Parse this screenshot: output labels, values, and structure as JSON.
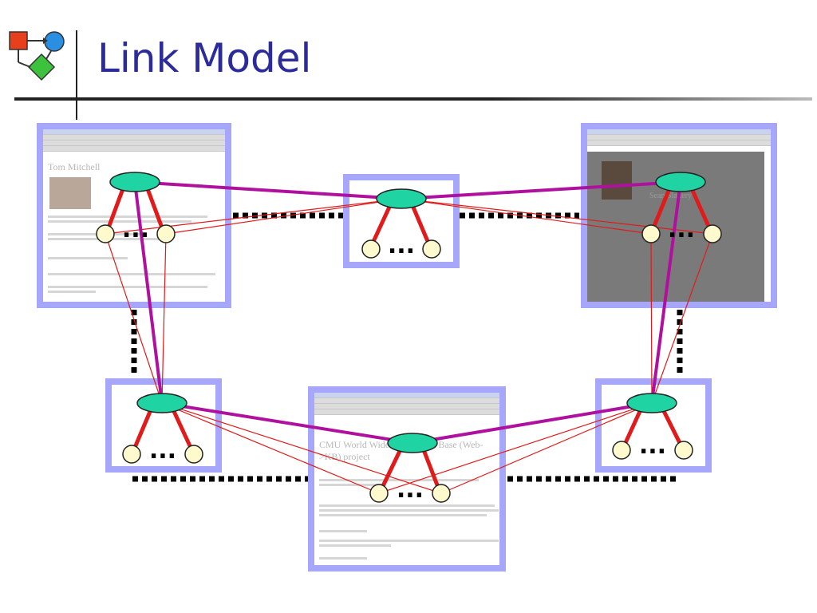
{
  "slide": {
    "title": "Link Model"
  },
  "pages": {
    "top_left_heading": "Tom Mitchell",
    "bottom_center_heading": "CMU World Wide Knowledge Base (Web->KB) project",
    "top_right_heading": "Sean Slattery"
  },
  "ellipsis": "...",
  "colors": {
    "title": "#2b2b9b",
    "frame": "#a6a6fb",
    "hub_node": "#1fd3a3",
    "leaf_node": "#fffacd",
    "thick_link": "#e01b1b",
    "hub_link": "#b0109e",
    "thin_link": "#e01b1b",
    "dotted_link": "#000000"
  }
}
